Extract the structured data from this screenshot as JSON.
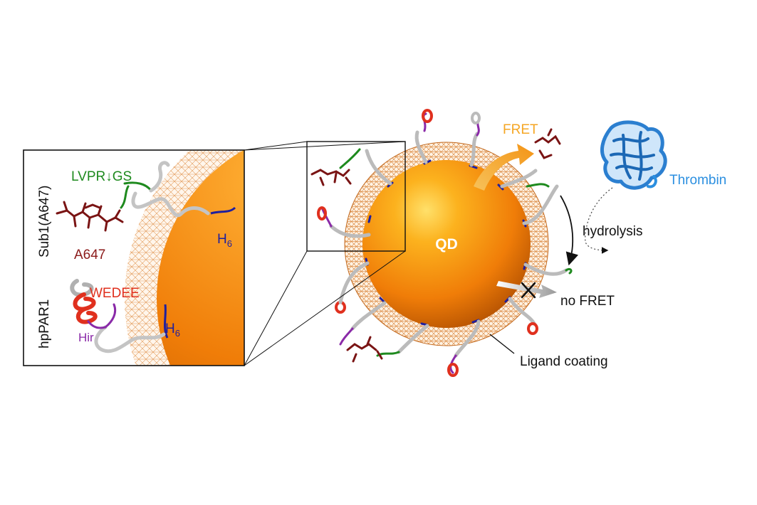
{
  "labels": {
    "qd": "QD",
    "fret": "FRET",
    "no_fret": "no FRET",
    "hydrolysis": "hydrolysis",
    "thrombin": "Thrombin",
    "ligand_coating": "Ligand coating",
    "sub1": "Sub1(A647)",
    "hppar1": "hpPAR1",
    "lvpr_gs": "LVPR↓GS",
    "a647": "A647",
    "wedee": "WEDEE",
    "hir": "Hir",
    "h6_base": "H",
    "h6_sub": "6"
  },
  "colors": {
    "qd_orange": "#f28a0a",
    "mesh": "#d9853b",
    "fret_arrow": "#f5a623",
    "thrombin_blue": "#2b8fe0",
    "dye_red": "#7a1414",
    "linker_green": "#1e8a1e",
    "his_blue": "#1f1f9e",
    "hir_purple": "#8a2aa8",
    "wedee_red": "#e0301e"
  }
}
